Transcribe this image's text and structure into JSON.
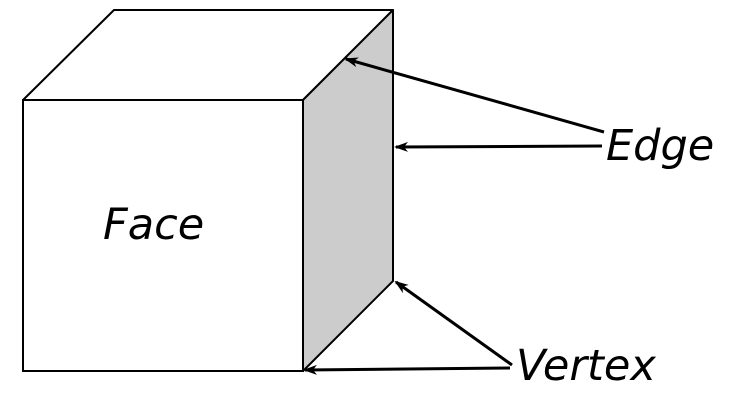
{
  "labels": {
    "face": "Face",
    "edge": "Edge",
    "vertex": "Vertex"
  },
  "colors": {
    "stroke": "#000000",
    "front_face_fill": "#ffffff",
    "top_face_fill": "#ffffff",
    "side_face_fill": "#cccccc",
    "background": "#ffffff"
  }
}
